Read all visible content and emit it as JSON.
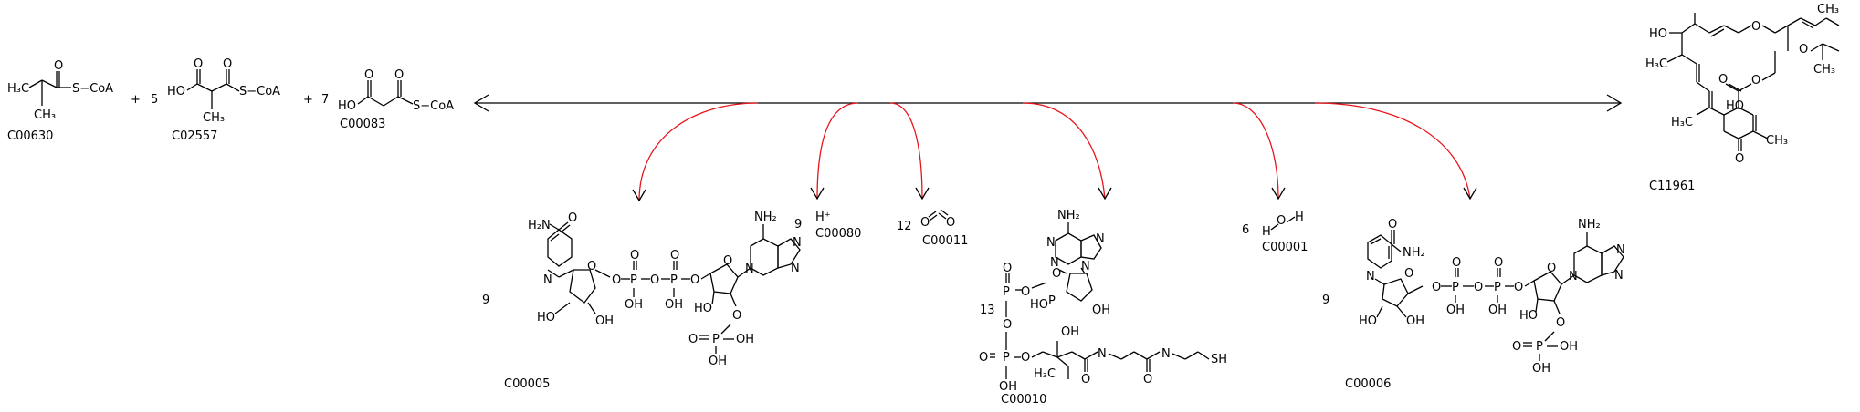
{
  "reaction": {
    "substrates": [
      {
        "id": "C00630",
        "coef": "",
        "group": "S−CoA",
        "h3c": "H₃C",
        "ch3": "CH₃"
      },
      {
        "id": "C02557",
        "coef": "5",
        "group": "S−CoA",
        "ho": "HO",
        "ch3": "CH₃"
      },
      {
        "id": "C00083",
        "coef": "7",
        "group": "S−CoA",
        "ho": "HO"
      }
    ],
    "plus": "+",
    "product": {
      "id": "C11961",
      "ho": "HO",
      "h3c": "H₃C",
      "ch3": "CH₃"
    },
    "side": [
      {
        "id": "C00005",
        "coef": "9"
      },
      {
        "id": "C00080",
        "coef": "9",
        "formula": "H⁺"
      },
      {
        "id": "C00011",
        "coef": "12"
      },
      {
        "id": "C00010",
        "coef": "13"
      },
      {
        "id": "C00001",
        "coef": "6"
      },
      {
        "id": "C00006",
        "coef": "9"
      }
    ]
  },
  "atoms": {
    "O": "O",
    "N": "N",
    "P": "P",
    "OH": "OH",
    "HO": "HO",
    "SH": "SH",
    "H": "H",
    "NH2": "NH₂",
    "H2N": "H₂N",
    "H3C": "H₃C",
    "CH3": "CH₃",
    "CH3b": "CH₃"
  },
  "colors": {
    "arrow": "#e8141b",
    "ink": "#000000"
  }
}
